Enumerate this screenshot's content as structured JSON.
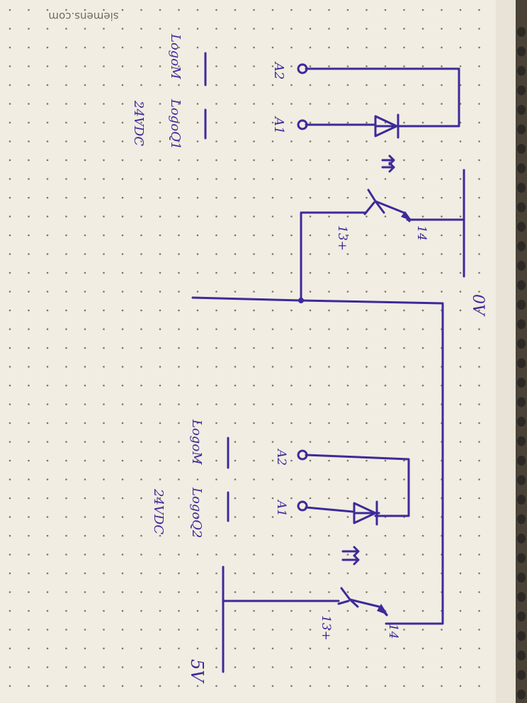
{
  "paper": {
    "brand": "siemens.com",
    "paper_color": "#f1ede2",
    "ink_color": "#3d2a9a"
  },
  "diagram": {
    "rail_negative": "0V",
    "rail_positive": "5V",
    "circuit_q1": {
      "terminal_a1": "A1",
      "terminal_a2": "A2",
      "collector": "13+",
      "emitter": "14",
      "device_1": "LogoM",
      "device_2": "LogoQ1",
      "supply": "24VDC"
    },
    "circuit_q2": {
      "terminal_a1": "A1",
      "terminal_a2": "A2",
      "collector": "13+",
      "emitter": "14",
      "device_1": "LogoM",
      "device_2": "LogoQ2",
      "supply": "24VDC"
    }
  }
}
